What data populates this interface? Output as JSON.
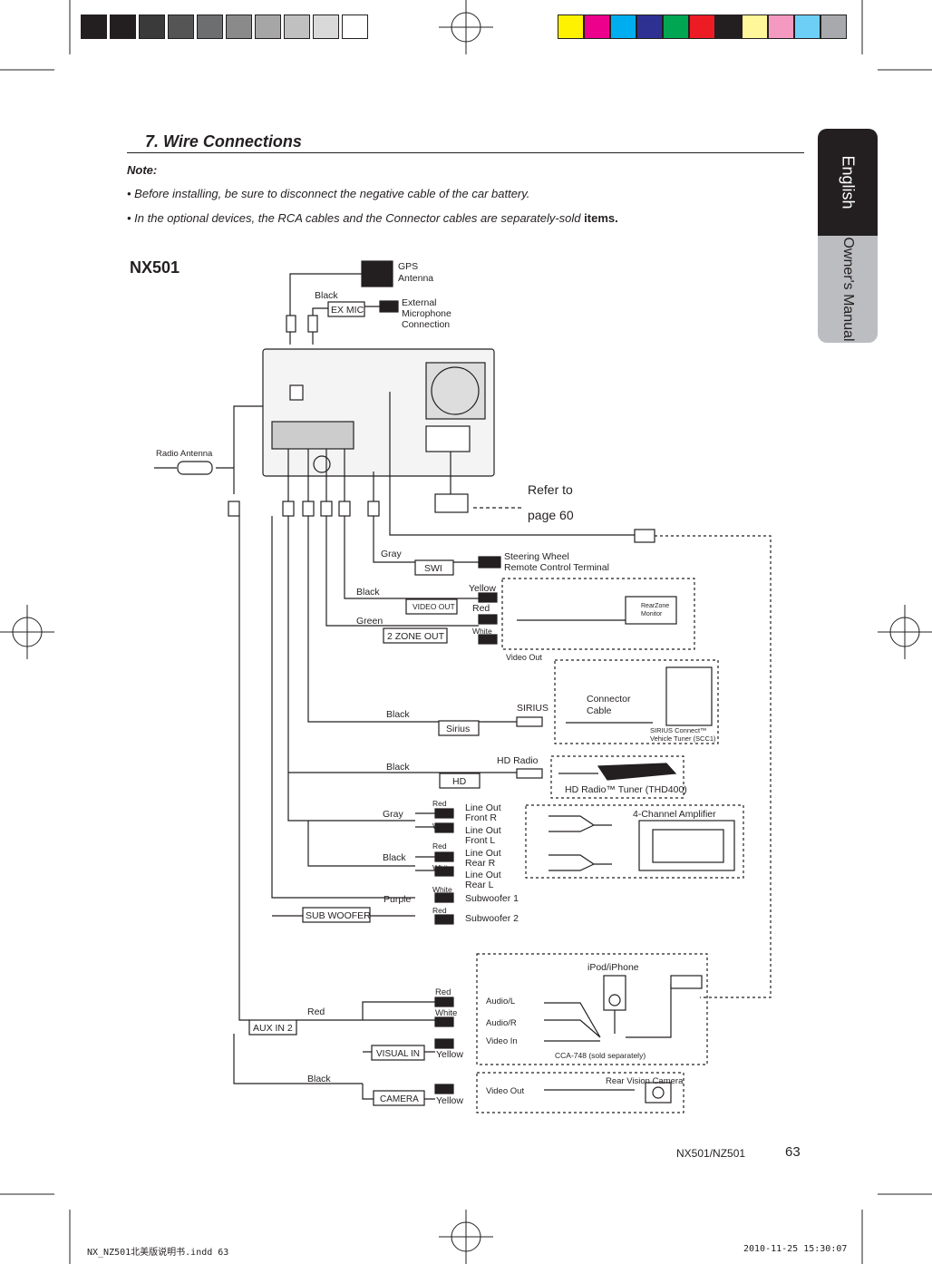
{
  "header": {
    "gray_swatches": [
      "#231f20",
      "#231f20",
      "#3a3a3a",
      "#555555",
      "#6d6e70",
      "#8a8a8a",
      "#a6a6a6",
      "#c0c0c0",
      "#d9d9d9",
      "#ffffff"
    ],
    "color_swatches": [
      "#fff200",
      "#ec008c",
      "#00aeef",
      "#2e3192",
      "#00a651",
      "#ed1c24",
      "#231f20",
      "#fff799",
      "#f49ac1",
      "#6dcff6",
      "#a7a9ac"
    ]
  },
  "side_tabs": {
    "primary": "English",
    "secondary": "Owner's Manual"
  },
  "section_title": "7. Wire Connections",
  "note": {
    "label": "Note:",
    "bullet1": "• Before installing, be sure to disconnect the negative cable of the car battery.",
    "bullet2_italic": "• In the optional devices, the RCA cables and the Connector cables are separately-sold",
    "bullet2_tail": " items."
  },
  "model": "NX501",
  "diagram": {
    "gps": "GPS",
    "antenna": "Antenna",
    "black_top": "Black",
    "ex_mic": "EX MIC",
    "external": "External",
    "microphone": "Microphone",
    "connection": "Connection",
    "radio_antenna": "Radio Antenna",
    "refer_to": "Refer to",
    "page_60": "page 60",
    "gray_swi": "Gray",
    "swi": "SWI",
    "steering_1": "Steering Wheel",
    "steering_2": "Remote Control Terminal",
    "black_video": "Black",
    "video_out": "VIDEO OUT",
    "yellow_1": "Yellow",
    "red_1": "Red",
    "green": "Green",
    "white_1": "White",
    "zone_out": "2 ZONE OUT",
    "rearzone_1": "RearZone",
    "rearzone_2": "Monitor",
    "video_out_caption": "Video Out",
    "black_sirius": "Black",
    "sirius_label": "SIRIUS",
    "sirius_box": "Sirius",
    "connector": "Connector",
    "cable": "Cable",
    "sirius_connect_1": "SIRIUS Connect™",
    "sirius_connect_2": "Vehicle Tuner (SCC1)",
    "black_hd": "Black",
    "hd_radio": "HD Radio",
    "hd_box": "HD",
    "hd_tuner": "HD Radio™ Tuner (THD400)",
    "gray_line": "Gray",
    "red_f": "Red",
    "line_out_fr_1": "Line Out",
    "line_out_fr_2": "Front  R",
    "white_f": "White",
    "line_out_fl_1": "Line Out",
    "line_out_fl_2": "Front  L",
    "amp": "4-Channel Amplifier",
    "black_rear": "Black",
    "red_r": "Red",
    "line_out_rr_1": "Line Out",
    "line_out_rr_2": "Rear  R",
    "white_r": "White",
    "line_out_rl_1": "Line Out",
    "line_out_rl_2": "Rear  L",
    "purple": "Purple",
    "white_s": "White",
    "sub1": "Subwoofer 1",
    "sub_woofer": "SUB WOOFER",
    "red_s": "Red",
    "sub2": "Subwoofer 2",
    "ipod": "iPod/iPhone",
    "red_aux": "Red",
    "white_aux": "White",
    "audio_l": "Audio/L",
    "red_wire": "Red",
    "audio_r": "Audio/R",
    "aux_in_2": "AUX IN 2",
    "video_in": "Video In",
    "visual_in": "VISUAL IN",
    "yellow_vi": "Yellow",
    "cca": "CCA-748 (sold separately)",
    "black_bottom": "Black",
    "rear_cam": "Rear Vision Camera",
    "video_out_cam": "Video Out",
    "camera": "CAMERA",
    "yellow_cam": "Yellow"
  },
  "footer": {
    "model": "NX501/NZ501",
    "page": "63",
    "slug_left": "NX_NZ501北美版说明书.indd   63",
    "slug_right": "2010-11-25   15:30:07"
  }
}
